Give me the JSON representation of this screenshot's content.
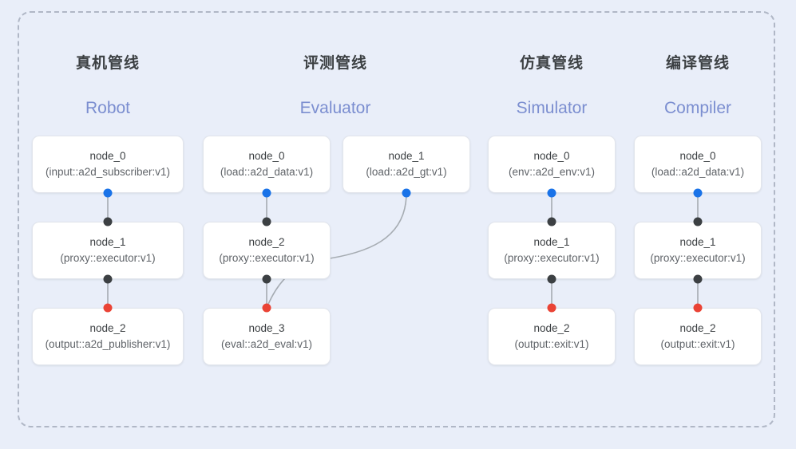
{
  "diagram": {
    "background_color": "#e9eef9",
    "panel_border_color": "#b0b7c6",
    "port_colors": {
      "source": "#1a73e8",
      "intermediate": "#3c4043",
      "sink": "#ea4335"
    }
  },
  "columns": [
    {
      "title_cn": "真机管线",
      "title_en": "Robot",
      "nodes": [
        {
          "name": "node_0",
          "type": "(input::a2d_subscriber:v1)"
        },
        {
          "name": "node_1",
          "type": "(proxy::executor:v1)"
        },
        {
          "name": "node_2",
          "type": "(output::a2d_publisher:v1)"
        }
      ]
    },
    {
      "title_cn": "评测管线",
      "title_en": "Evaluator",
      "nodes": [
        {
          "name": "node_0",
          "type": "(load::a2d_data:v1)"
        },
        {
          "name": "node_1",
          "type": "(load::a2d_gt:v1)"
        },
        {
          "name": "node_2",
          "type": "(proxy::executor:v1)"
        },
        {
          "name": "node_3",
          "type": "(eval::a2d_eval:v1)"
        }
      ]
    },
    {
      "title_cn": "仿真管线",
      "title_en": "Simulator",
      "nodes": [
        {
          "name": "node_0",
          "type": "(env::a2d_env:v1)"
        },
        {
          "name": "node_1",
          "type": "(proxy::executor:v1)"
        },
        {
          "name": "node_2",
          "type": "(output::exit:v1)"
        }
      ]
    },
    {
      "title_cn": "编译管线",
      "title_en": "Compiler",
      "nodes": [
        {
          "name": "node_0",
          "type": "(load::a2d_data:v1)"
        },
        {
          "name": "node_1",
          "type": "(proxy::executor:v1)"
        },
        {
          "name": "node_2",
          "type": "(output::exit:v1)"
        }
      ]
    }
  ]
}
